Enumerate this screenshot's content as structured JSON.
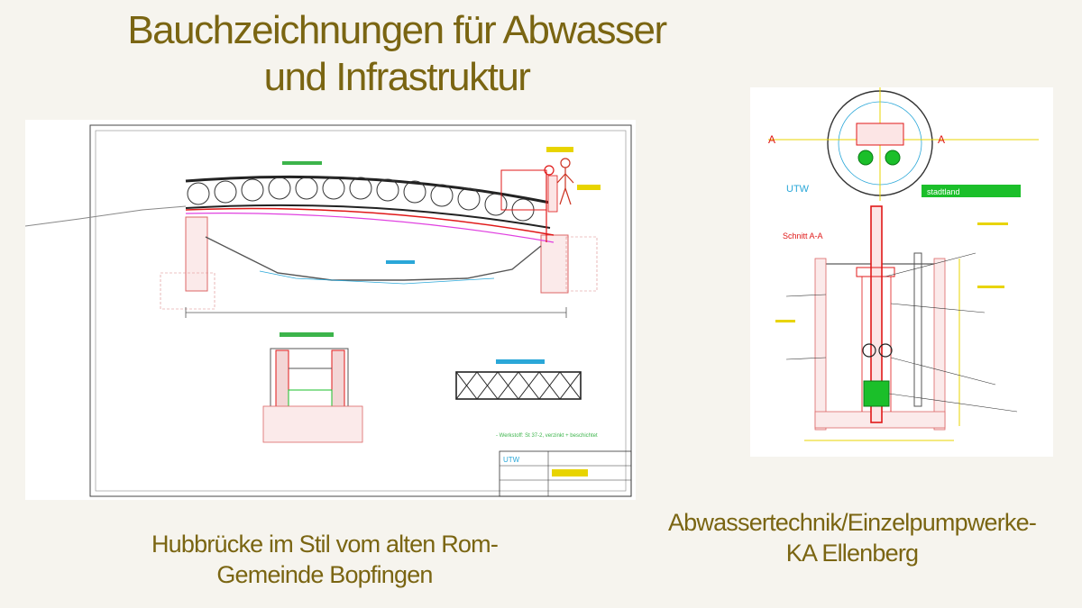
{
  "title": {
    "line1": "Bauchzeichnungen für Abwasser",
    "line2": "und Infrastruktur"
  },
  "drawings": {
    "left": {
      "caption_line1": "Hubbrücke im Stil vom alten Rom-",
      "caption_line2": "Gemeinde Bopfingen",
      "logo": "UTW",
      "note": "- Werkstoff: St 37-2, verzinkt + beschichtet"
    },
    "right": {
      "caption_line1": "Abwassertechnik/Einzelpumpwerke-",
      "caption_line2": "KA Ellenberg",
      "logo": "UTW",
      "section_label": "Schnitt A-A",
      "firm_label": "stadtland"
    }
  },
  "colors": {
    "heading": "#7a6512",
    "background": "#f6f4ee",
    "cad_red": "#e01818",
    "cad_green": "#1bbf2a",
    "cad_magenta": "#e040e0",
    "cad_yellow": "#e8d400",
    "cad_cyan": "#2aa7d8"
  }
}
